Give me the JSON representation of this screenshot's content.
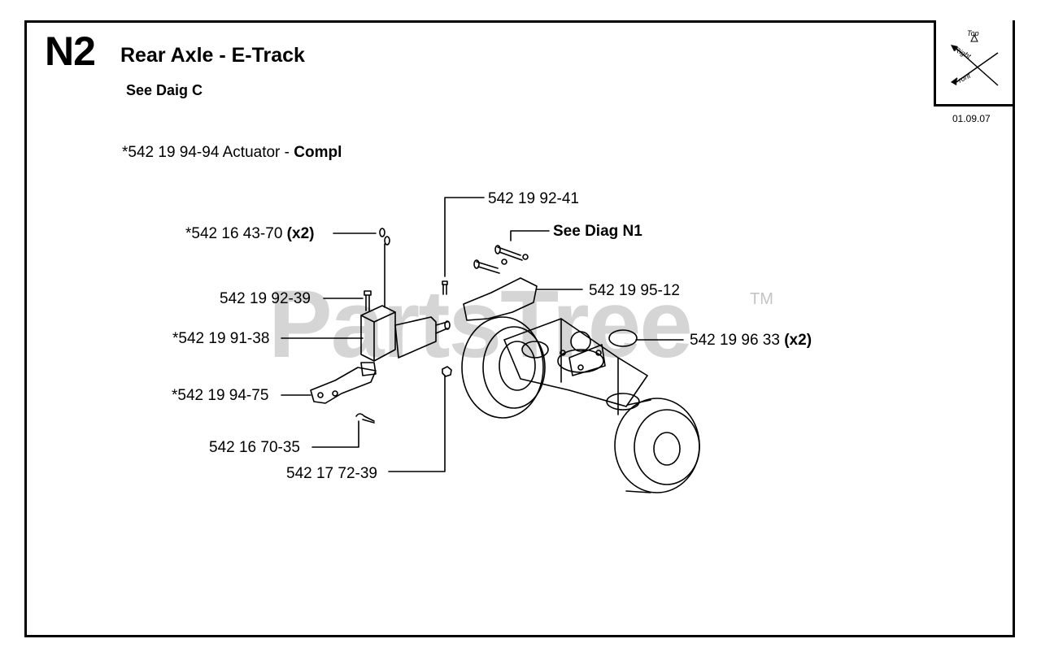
{
  "header": {
    "code": "N2",
    "title": "Rear Axle - E-Track",
    "subtitle": "See Daig C",
    "date": "01.09.07"
  },
  "orientation": {
    "top": "Top",
    "right": "Right",
    "front": "Front"
  },
  "kit": {
    "prefix": "*542 19 94-94 Actuator - ",
    "bold": "Compl"
  },
  "watermark": {
    "text": "PartsTree",
    "tm": "TM"
  },
  "parts": [
    {
      "number": "*542 16 43-70",
      "qty": "(x2)"
    },
    {
      "number": "542 19 92-39",
      "qty": ""
    },
    {
      "number": "*542 19 91-38",
      "qty": ""
    },
    {
      "number": "*542 19 94-75",
      "qty": ""
    },
    {
      "number": "542 16 70-35",
      "qty": ""
    },
    {
      "number": "542 17 72-39",
      "qty": ""
    },
    {
      "number": "542 19 92-41",
      "qty": ""
    },
    {
      "number": "See Diag N1",
      "qty": ""
    },
    {
      "number": "542 19 95-12",
      "qty": ""
    },
    {
      "number": "542 19 96 33",
      "qty": "(x2)"
    }
  ],
  "colors": {
    "ink": "#000000",
    "watermark": "#c4c4c4",
    "paper": "#ffffff"
  }
}
